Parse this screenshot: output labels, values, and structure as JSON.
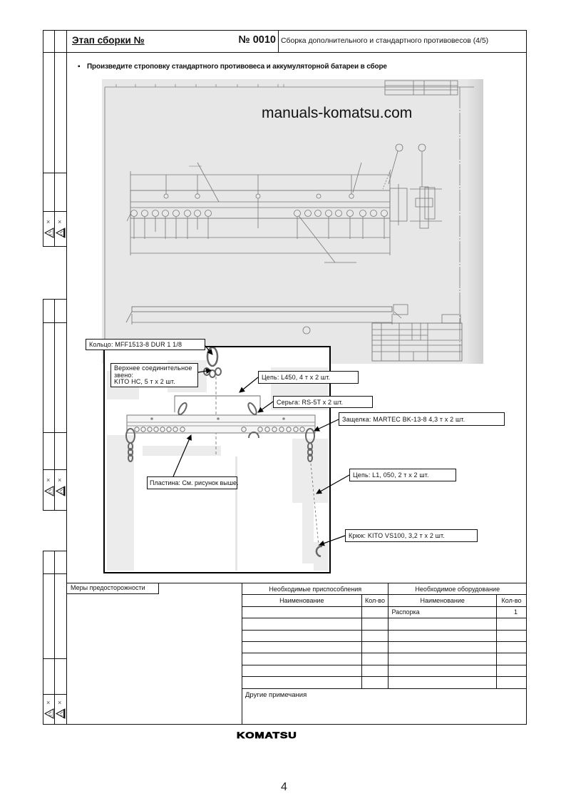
{
  "header": {
    "stage_label": "Этап сборки №",
    "stage_number": "№ 0010",
    "title": "Сборка дополнительного и стандартного противовесов (4/5)"
  },
  "instruction": {
    "bullet": "▪",
    "text": "Произведите строповку стандартного противовеса и аккумуляторной батареи в сборе"
  },
  "drawing": {
    "watermark": "manuals-komatsu.com"
  },
  "callouts": [
    {
      "text": "Кольцо: MFF1513-8 DUR 1 1/8"
    },
    {
      "lines": [
        "Верхнее соединительное",
        "звено:",
        "KITO HC, 5 т x 2 шт."
      ]
    },
    {
      "text": "Цепь: L450, 4 т x 2 шт."
    },
    {
      "text": "Серьга: RS-5T x 2 шт."
    },
    {
      "text": "Защелка: MARTEC BK-13-8 4,3 т x 2 шт."
    },
    {
      "text": "Пластина: См. рисунок выше."
    },
    {
      "text": "Цепь: L1, 050, 2 т x 2 шт."
    },
    {
      "text": "Крюк: KITO VS100, 3,2 т x 2 шт."
    }
  ],
  "bottom": {
    "precautions_label": "Меры предосторожности",
    "tools": {
      "title": "Необходимые приспособления",
      "col_name": "Наименование",
      "col_qty": "Кол-во",
      "rows": [
        {
          "name": "",
          "qty": ""
        },
        {
          "name": "",
          "qty": ""
        },
        {
          "name": "",
          "qty": ""
        },
        {
          "name": "",
          "qty": ""
        },
        {
          "name": "",
          "qty": ""
        },
        {
          "name": "",
          "qty": ""
        },
        {
          "name": "",
          "qty": ""
        }
      ]
    },
    "equipment": {
      "title": "Необходимое оборудование",
      "col_name": "Наименование",
      "col_qty": "Кол-во",
      "rows": [
        {
          "name": "Распорка",
          "qty": "1"
        },
        {
          "name": "",
          "qty": ""
        },
        {
          "name": "",
          "qty": ""
        },
        {
          "name": "",
          "qty": ""
        },
        {
          "name": "",
          "qty": ""
        },
        {
          "name": "",
          "qty": ""
        },
        {
          "name": "",
          "qty": ""
        }
      ]
    },
    "notes_label": "Другие примечания"
  },
  "margin": {
    "mark": "×",
    "icon": "warning-triangle-icon"
  },
  "footer": {
    "logo": "KOMATSU",
    "page_number": "4"
  }
}
